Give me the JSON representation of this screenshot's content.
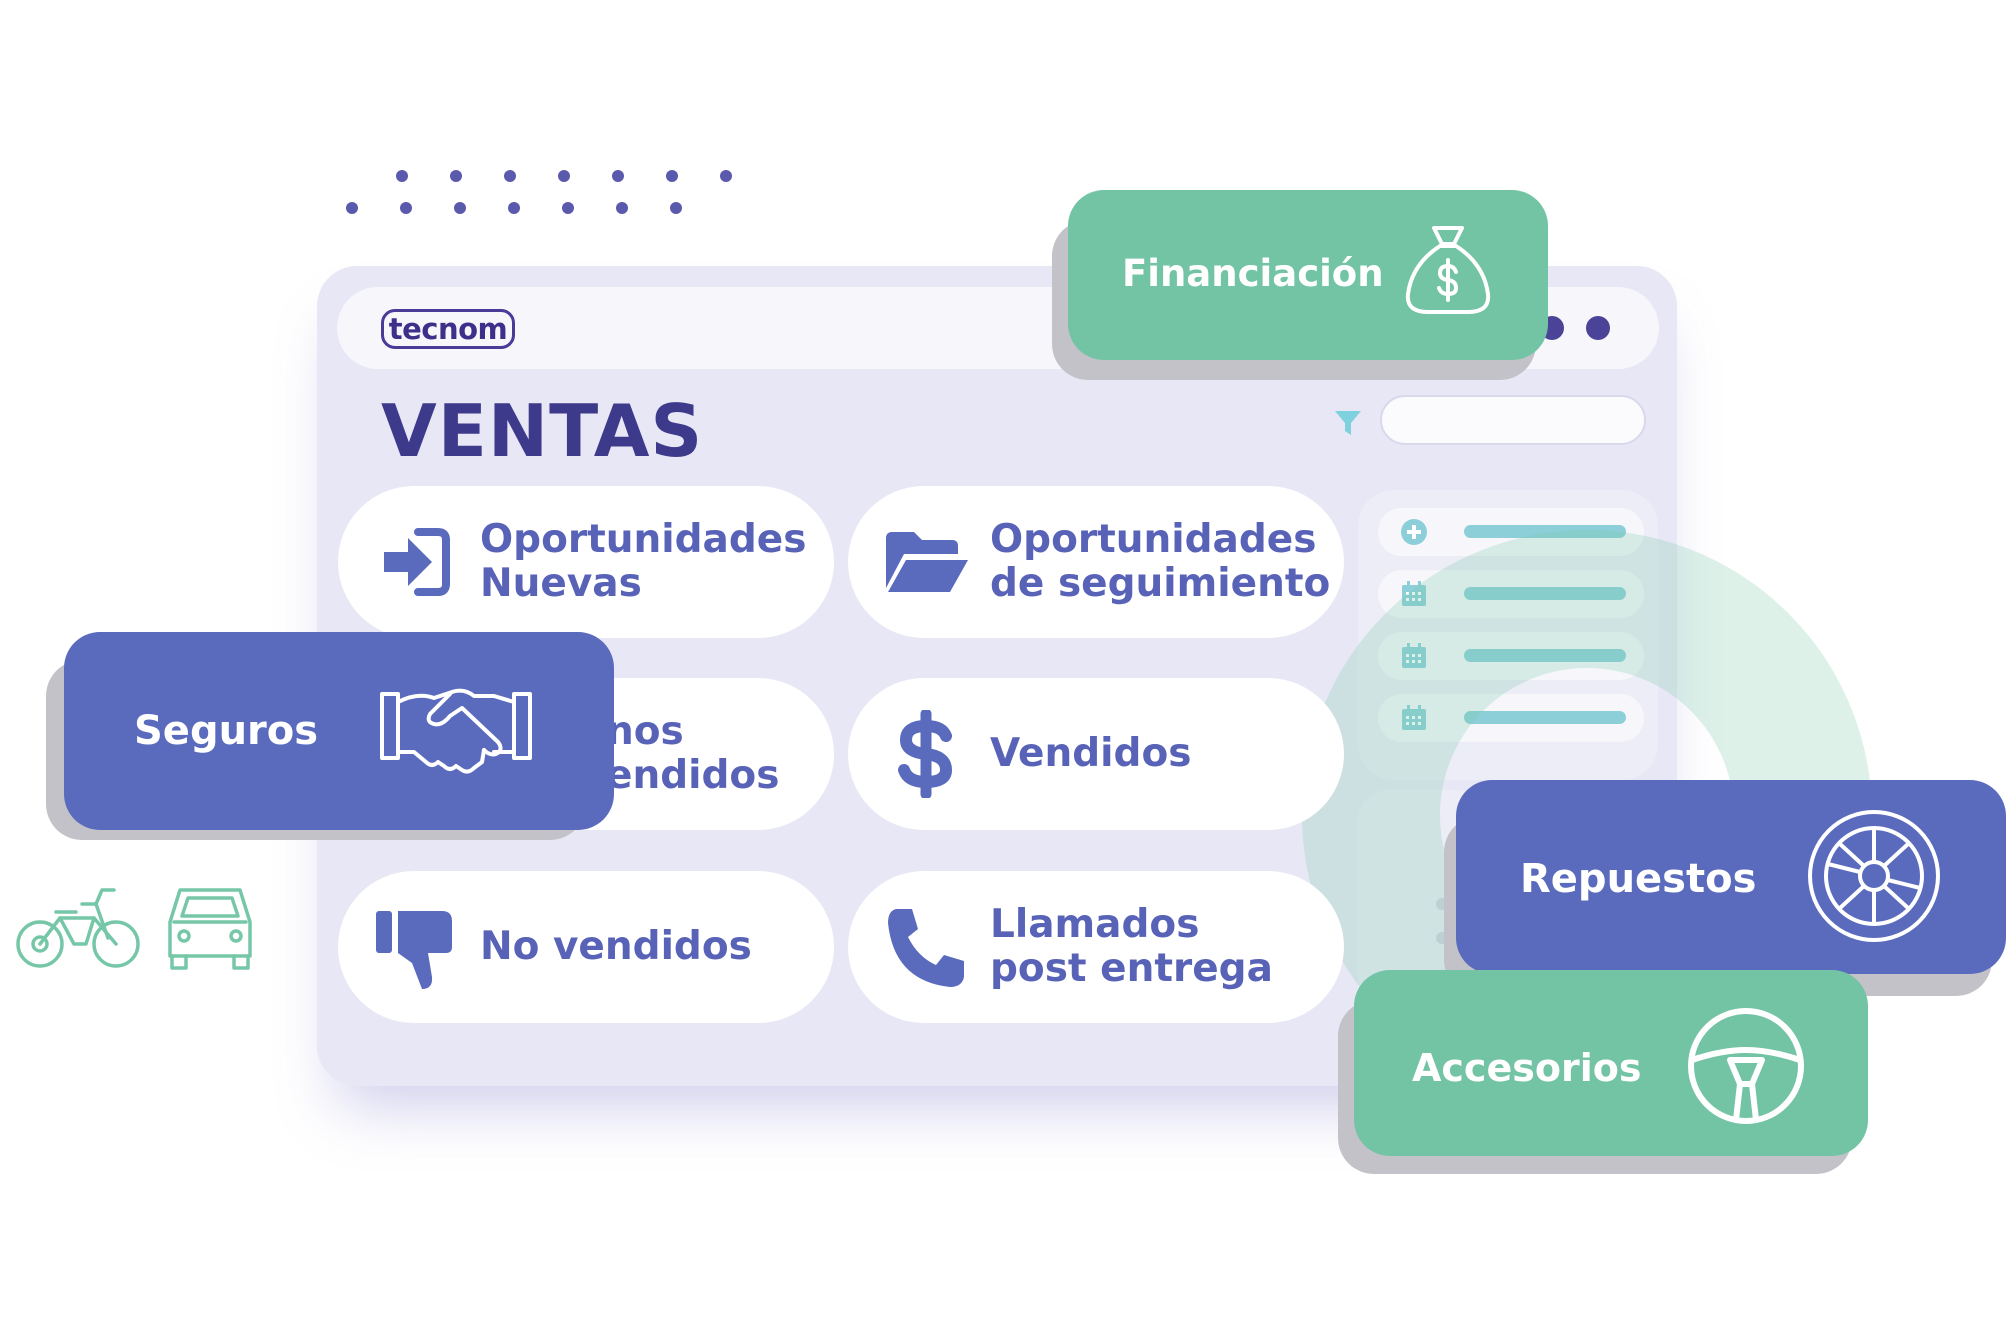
{
  "app": {
    "logo_text": "tecnom",
    "page_title": "VENTAS",
    "search_placeholder": ""
  },
  "menu": [
    {
      "line1": "Oportunidades",
      "line2": "Nuevas",
      "icon": "sign-in-icon"
    },
    {
      "line1": "Oportunidades",
      "line2": "de seguimiento",
      "icon": "folder-open-icon"
    },
    {
      "line1": "nos",
      "line2": "endidos",
      "icon": ""
    },
    {
      "line1": "Vendidos",
      "line2": "",
      "icon": "dollar-icon"
    },
    {
      "line1": "No vendidos",
      "line2": "",
      "icon": "thumbs-down-icon"
    },
    {
      "line1": "Llamados",
      "line2": "post entrega",
      "icon": "phone-icon"
    }
  ],
  "cards": {
    "financiacion": {
      "label": "Financiación",
      "icon": "money-bag-icon"
    },
    "seguros": {
      "label": "Seguros",
      "icon": "handshake-icon"
    },
    "repuestos": {
      "label": "Repuestos",
      "icon": "wheel-icon"
    },
    "accesorios": {
      "label": "Accesorios",
      "icon": "steering-wheel-icon"
    }
  },
  "decor": {
    "vehicles": [
      "motorcycle-icon",
      "car-icon"
    ]
  },
  "colors": {
    "primary_blue": "#5a6bbd",
    "accent_green": "#73c3a5",
    "title_navy": "#3d3a8c",
    "window_bg": "#e8e7f5"
  }
}
